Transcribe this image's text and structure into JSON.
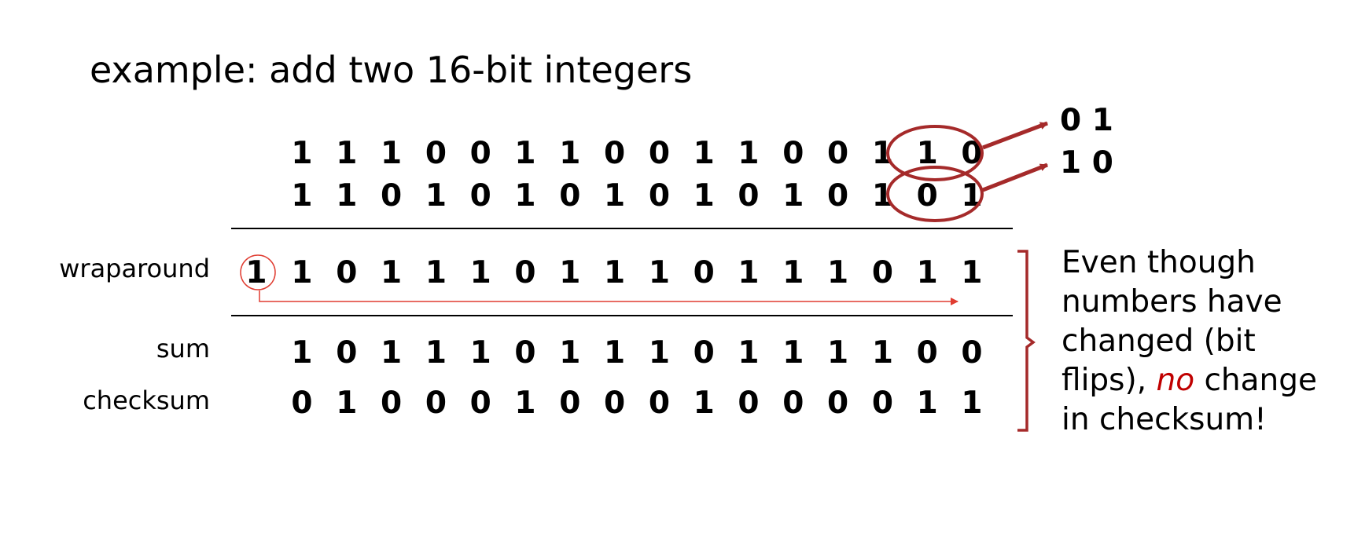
{
  "title": "example: add two 16-bit integers",
  "rows": {
    "a": [
      "1",
      "1",
      "1",
      "0",
      "0",
      "1",
      "1",
      "0",
      "0",
      "1",
      "1",
      "0",
      "0",
      "1",
      "1",
      "0"
    ],
    "b": [
      "1",
      "1",
      "0",
      "1",
      "0",
      "1",
      "0",
      "1",
      "0",
      "1",
      "0",
      "1",
      "0",
      "1",
      "0",
      "1"
    ],
    "wraparound": [
      "1",
      "0",
      "1",
      "1",
      "1",
      "0",
      "1",
      "1",
      "1",
      "0",
      "1",
      "1",
      "1",
      "0",
      "1",
      "1"
    ],
    "sum": [
      "1",
      "0",
      "1",
      "1",
      "1",
      "0",
      "1",
      "1",
      "1",
      "0",
      "1",
      "1",
      "1",
      "1",
      "0",
      "0"
    ],
    "checksum": [
      "0",
      "1",
      "0",
      "0",
      "0",
      "1",
      "0",
      "0",
      "0",
      "1",
      "0",
      "0",
      "0",
      "0",
      "1",
      "1"
    ]
  },
  "carry_bit": "1",
  "labels": {
    "wraparound": "wraparound",
    "sum": "sum",
    "checksum": "checksum"
  },
  "flipped_bits": {
    "top": "0 1",
    "bottom": "1 0"
  },
  "note": {
    "part1": "Even though numbers have changed (bit flips), ",
    "emphasis": "no",
    "part2": " change in checksum!"
  },
  "colors": {
    "accent": "#a52a2a",
    "arrow_light": "#e03c31",
    "emphasis": "#c00000"
  }
}
